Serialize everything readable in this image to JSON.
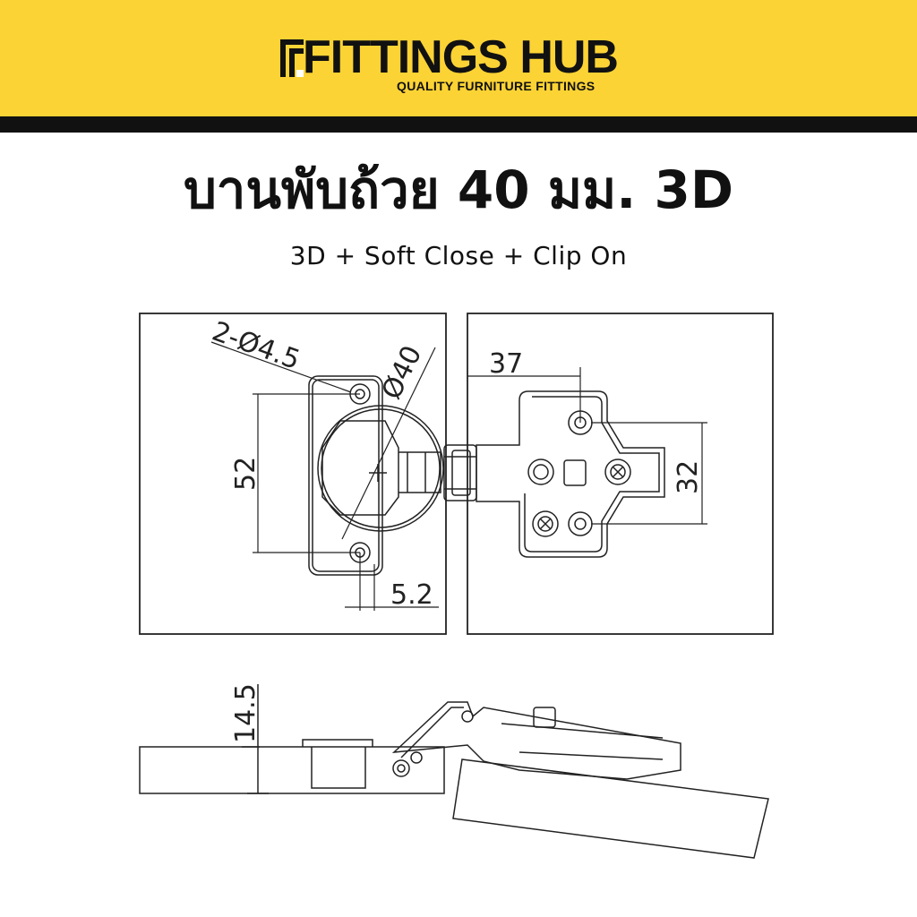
{
  "brand": {
    "name": "FITTINGS HUB",
    "tagline": "QUALITY FURNITURE FITTINGS",
    "accent": "#FCD335",
    "dark": "#111111"
  },
  "product": {
    "title": "บานพับถ้วย 40 มม. 3D",
    "subtitle": "3D + Soft Close + Clip On"
  },
  "drawing": {
    "hole_spec": "2-Ø4.5",
    "cup_diameter": "Ø40",
    "height_between_holes": "52",
    "offset": "5.2",
    "width_plate": "37",
    "plate_hole_spacing": "32",
    "depth": "14.5"
  }
}
